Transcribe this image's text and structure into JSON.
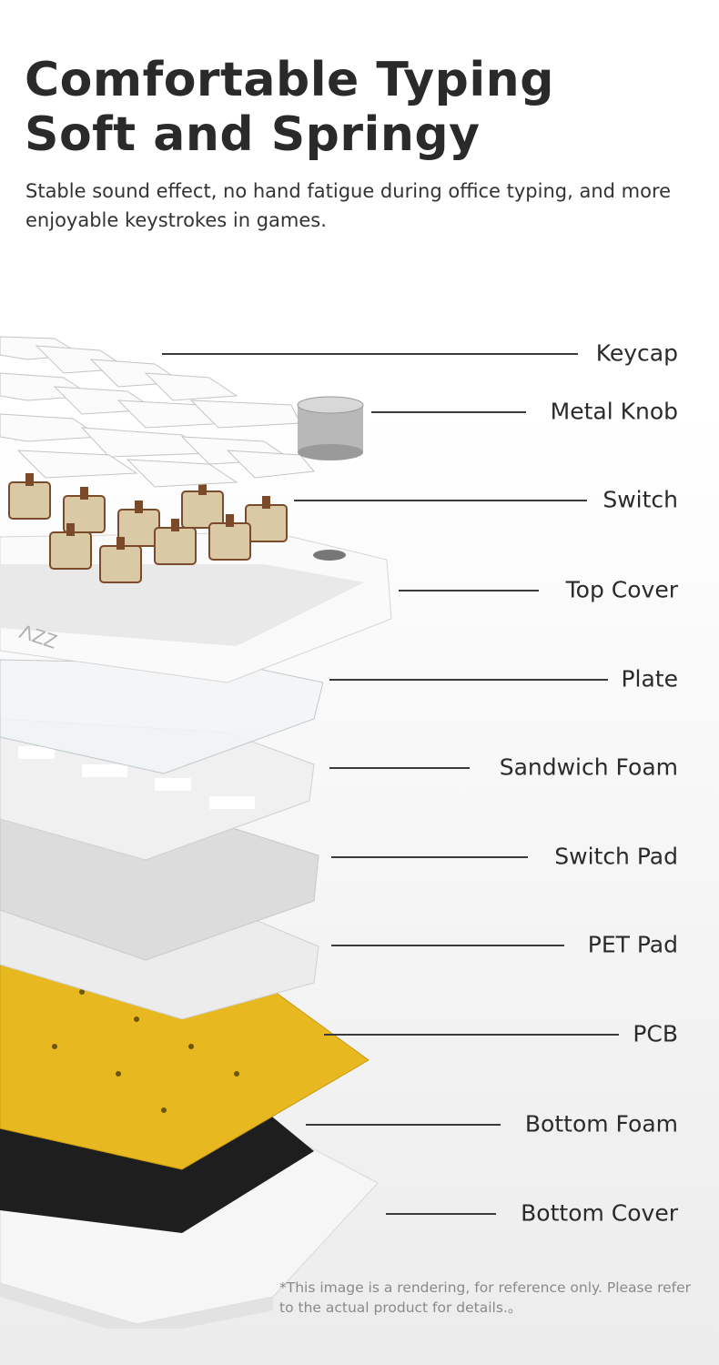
{
  "header": {
    "title_line1": "Comfortable Typing",
    "title_line2": "Soft and Springy",
    "subtitle": "Stable sound effect, no hand fatigue during office typing, and more enjoyable keystrokes in games."
  },
  "layers": [
    {
      "label": "Keycap"
    },
    {
      "label": "Metal Knob"
    },
    {
      "label": "Switch"
    },
    {
      "label": "Top Cover"
    },
    {
      "label": "Plate"
    },
    {
      "label": "Sandwich Foam"
    },
    {
      "label": "Switch Pad"
    },
    {
      "label": "PET Pad"
    },
    {
      "label": "PCB"
    },
    {
      "label": "Bottom Foam"
    },
    {
      "label": "Bottom Cover"
    }
  ],
  "colors": {
    "pcb": "#e8b820",
    "bottom_foam": "#1e1e1e",
    "switch_housing": "#d9c9a4",
    "switch_stem": "#7a4a2a",
    "cover": "#f7f7f7"
  },
  "footnote": "*This image is a rendering, for reference only. Please refer to the actual product for details.。"
}
